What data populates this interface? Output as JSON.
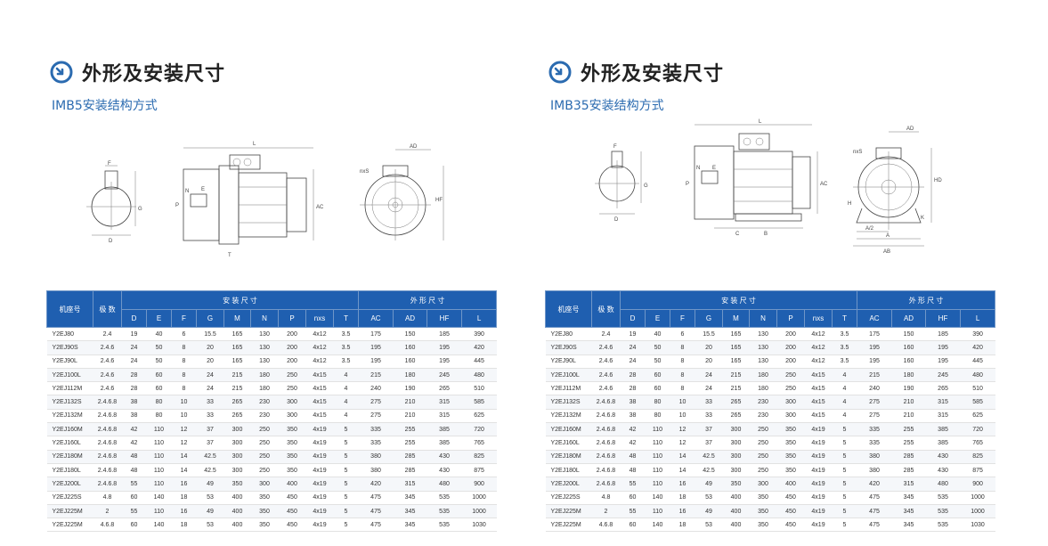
{
  "panels": [
    {
      "title": "外形及安装尺寸",
      "subtitle": "IMB5安装结构方式",
      "labels": {
        "F": "F",
        "G": "G",
        "D": "D",
        "L": "L",
        "P": "P",
        "N": "N",
        "E": "E",
        "AC": "AC",
        "AD": "AD",
        "HF": "HF",
        "T": "T",
        "nxS": "nxS"
      }
    },
    {
      "title": "外形及安装尺寸",
      "subtitle": "IMB35安装结构方式",
      "labels": {
        "F": "F",
        "G": "G",
        "D": "D",
        "L": "L",
        "P": "P",
        "N": "N",
        "E": "E",
        "C": "C",
        "B": "B",
        "AC": "AC",
        "AD": "AD",
        "HD": "HD",
        "H": "H",
        "K": "K",
        "A2": "A/2",
        "A": "A",
        "AB": "AB",
        "nxS": "nxS"
      }
    }
  ],
  "table": {
    "h_model": "机座号",
    "h_poles": "极 数",
    "h_install": "安 装 尺 寸",
    "h_outline": "外 形 尺 寸",
    "columns": [
      "D",
      "E",
      "F",
      "G",
      "M",
      "N",
      "P",
      "nxs",
      "T",
      "AC",
      "AD",
      "HF",
      "L"
    ],
    "rows": [
      [
        "Y2EJ80",
        "2.4",
        "19",
        "40",
        "6",
        "15.5",
        "165",
        "130",
        "200",
        "4x12",
        "3.5",
        "175",
        "150",
        "185",
        "390"
      ],
      [
        "Y2EJ90S",
        "2.4.6",
        "24",
        "50",
        "8",
        "20",
        "165",
        "130",
        "200",
        "4x12",
        "3.5",
        "195",
        "160",
        "195",
        "420"
      ],
      [
        "Y2EJ90L",
        "2.4.6",
        "24",
        "50",
        "8",
        "20",
        "165",
        "130",
        "200",
        "4x12",
        "3.5",
        "195",
        "160",
        "195",
        "445"
      ],
      [
        "Y2EJ100L",
        "2.4.6",
        "28",
        "60",
        "8",
        "24",
        "215",
        "180",
        "250",
        "4x15",
        "4",
        "215",
        "180",
        "245",
        "480"
      ],
      [
        "Y2EJ112M",
        "2.4.6",
        "28",
        "60",
        "8",
        "24",
        "215",
        "180",
        "250",
        "4x15",
        "4",
        "240",
        "190",
        "265",
        "510"
      ],
      [
        "Y2EJ132S",
        "2.4.6.8",
        "38",
        "80",
        "10",
        "33",
        "265",
        "230",
        "300",
        "4x15",
        "4",
        "275",
        "210",
        "315",
        "585"
      ],
      [
        "Y2EJ132M",
        "2.4.6.8",
        "38",
        "80",
        "10",
        "33",
        "265",
        "230",
        "300",
        "4x15",
        "4",
        "275",
        "210",
        "315",
        "625"
      ],
      [
        "Y2EJ160M",
        "2.4.6.8",
        "42",
        "110",
        "12",
        "37",
        "300",
        "250",
        "350",
        "4x19",
        "5",
        "335",
        "255",
        "385",
        "720"
      ],
      [
        "Y2EJ160L",
        "2.4.6.8",
        "42",
        "110",
        "12",
        "37",
        "300",
        "250",
        "350",
        "4x19",
        "5",
        "335",
        "255",
        "385",
        "765"
      ],
      [
        "Y2EJ180M",
        "2.4.6.8",
        "48",
        "110",
        "14",
        "42.5",
        "300",
        "250",
        "350",
        "4x19",
        "5",
        "380",
        "285",
        "430",
        "825"
      ],
      [
        "Y2EJ180L",
        "2.4.6.8",
        "48",
        "110",
        "14",
        "42.5",
        "300",
        "250",
        "350",
        "4x19",
        "5",
        "380",
        "285",
        "430",
        "875"
      ],
      [
        "Y2EJ200L",
        "2.4.6.8",
        "55",
        "110",
        "16",
        "49",
        "350",
        "300",
        "400",
        "4x19",
        "5",
        "420",
        "315",
        "480",
        "900"
      ],
      [
        "Y2EJ225S",
        "4.8",
        "60",
        "140",
        "18",
        "53",
        "400",
        "350",
        "450",
        "4x19",
        "5",
        "475",
        "345",
        "535",
        "1000"
      ],
      [
        "Y2EJ225M",
        "2",
        "55",
        "110",
        "16",
        "49",
        "400",
        "350",
        "450",
        "4x19",
        "5",
        "475",
        "345",
        "535",
        "1000"
      ],
      [
        "Y2EJ225M",
        "4.6.8",
        "60",
        "140",
        "18",
        "53",
        "400",
        "350",
        "450",
        "4x19",
        "5",
        "475",
        "345",
        "535",
        "1030"
      ]
    ]
  },
  "colors": {
    "header_bg": "#1f5fb0",
    "accent": "#2b6bb0"
  },
  "icons": {
    "title_icon": "circular-arrow-icon"
  }
}
